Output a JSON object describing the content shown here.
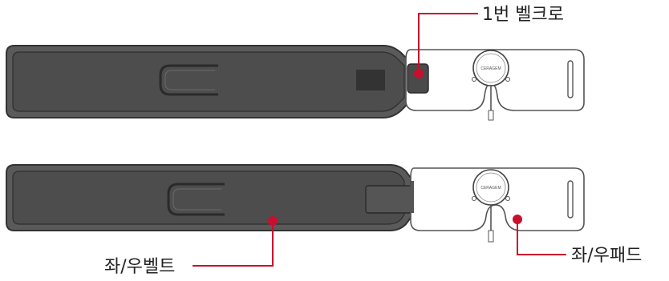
{
  "labels": {
    "velcro_1": "1번 벨크로",
    "left_right_belt": "좌/우벨트",
    "left_right_pad": "좌/우패드"
  },
  "brand_text": "CERAGEM",
  "colors": {
    "belt_outer": "#5a5a5a",
    "belt_inner": "#4a4a4a",
    "belt_edge": "#3a3a3a",
    "pad_fill": "#ffffff",
    "pad_stroke": "#555555",
    "callout_line": "#c8102e",
    "callout_dot": "#c8102e",
    "text": "#222222"
  }
}
